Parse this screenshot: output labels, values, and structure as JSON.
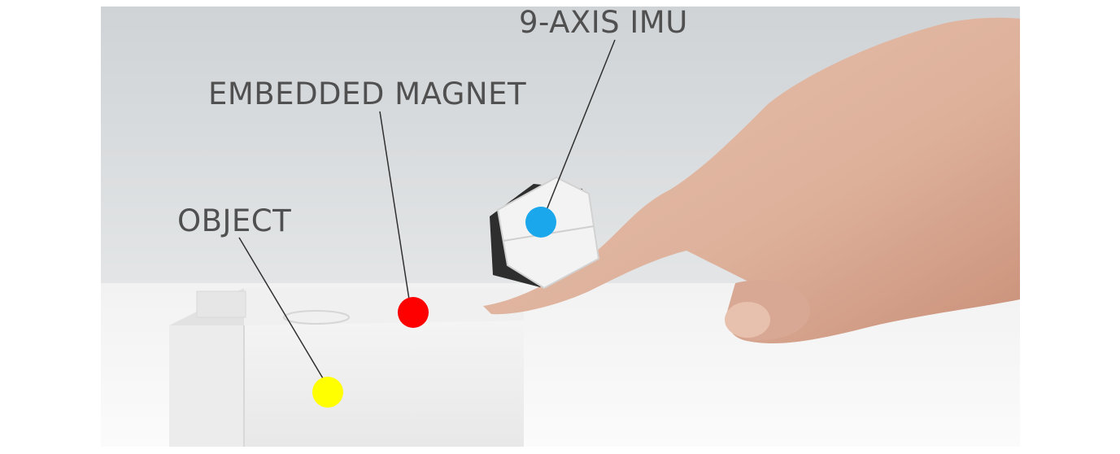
{
  "labels": {
    "imu": "9-AXIS IMU",
    "magnet": "EMBEDDED MAGNET",
    "object": "OBJECT"
  },
  "markers": {
    "imu_color": "#1aa7ec",
    "magnet_color": "#ff0000",
    "object_color": "#ffff00"
  }
}
